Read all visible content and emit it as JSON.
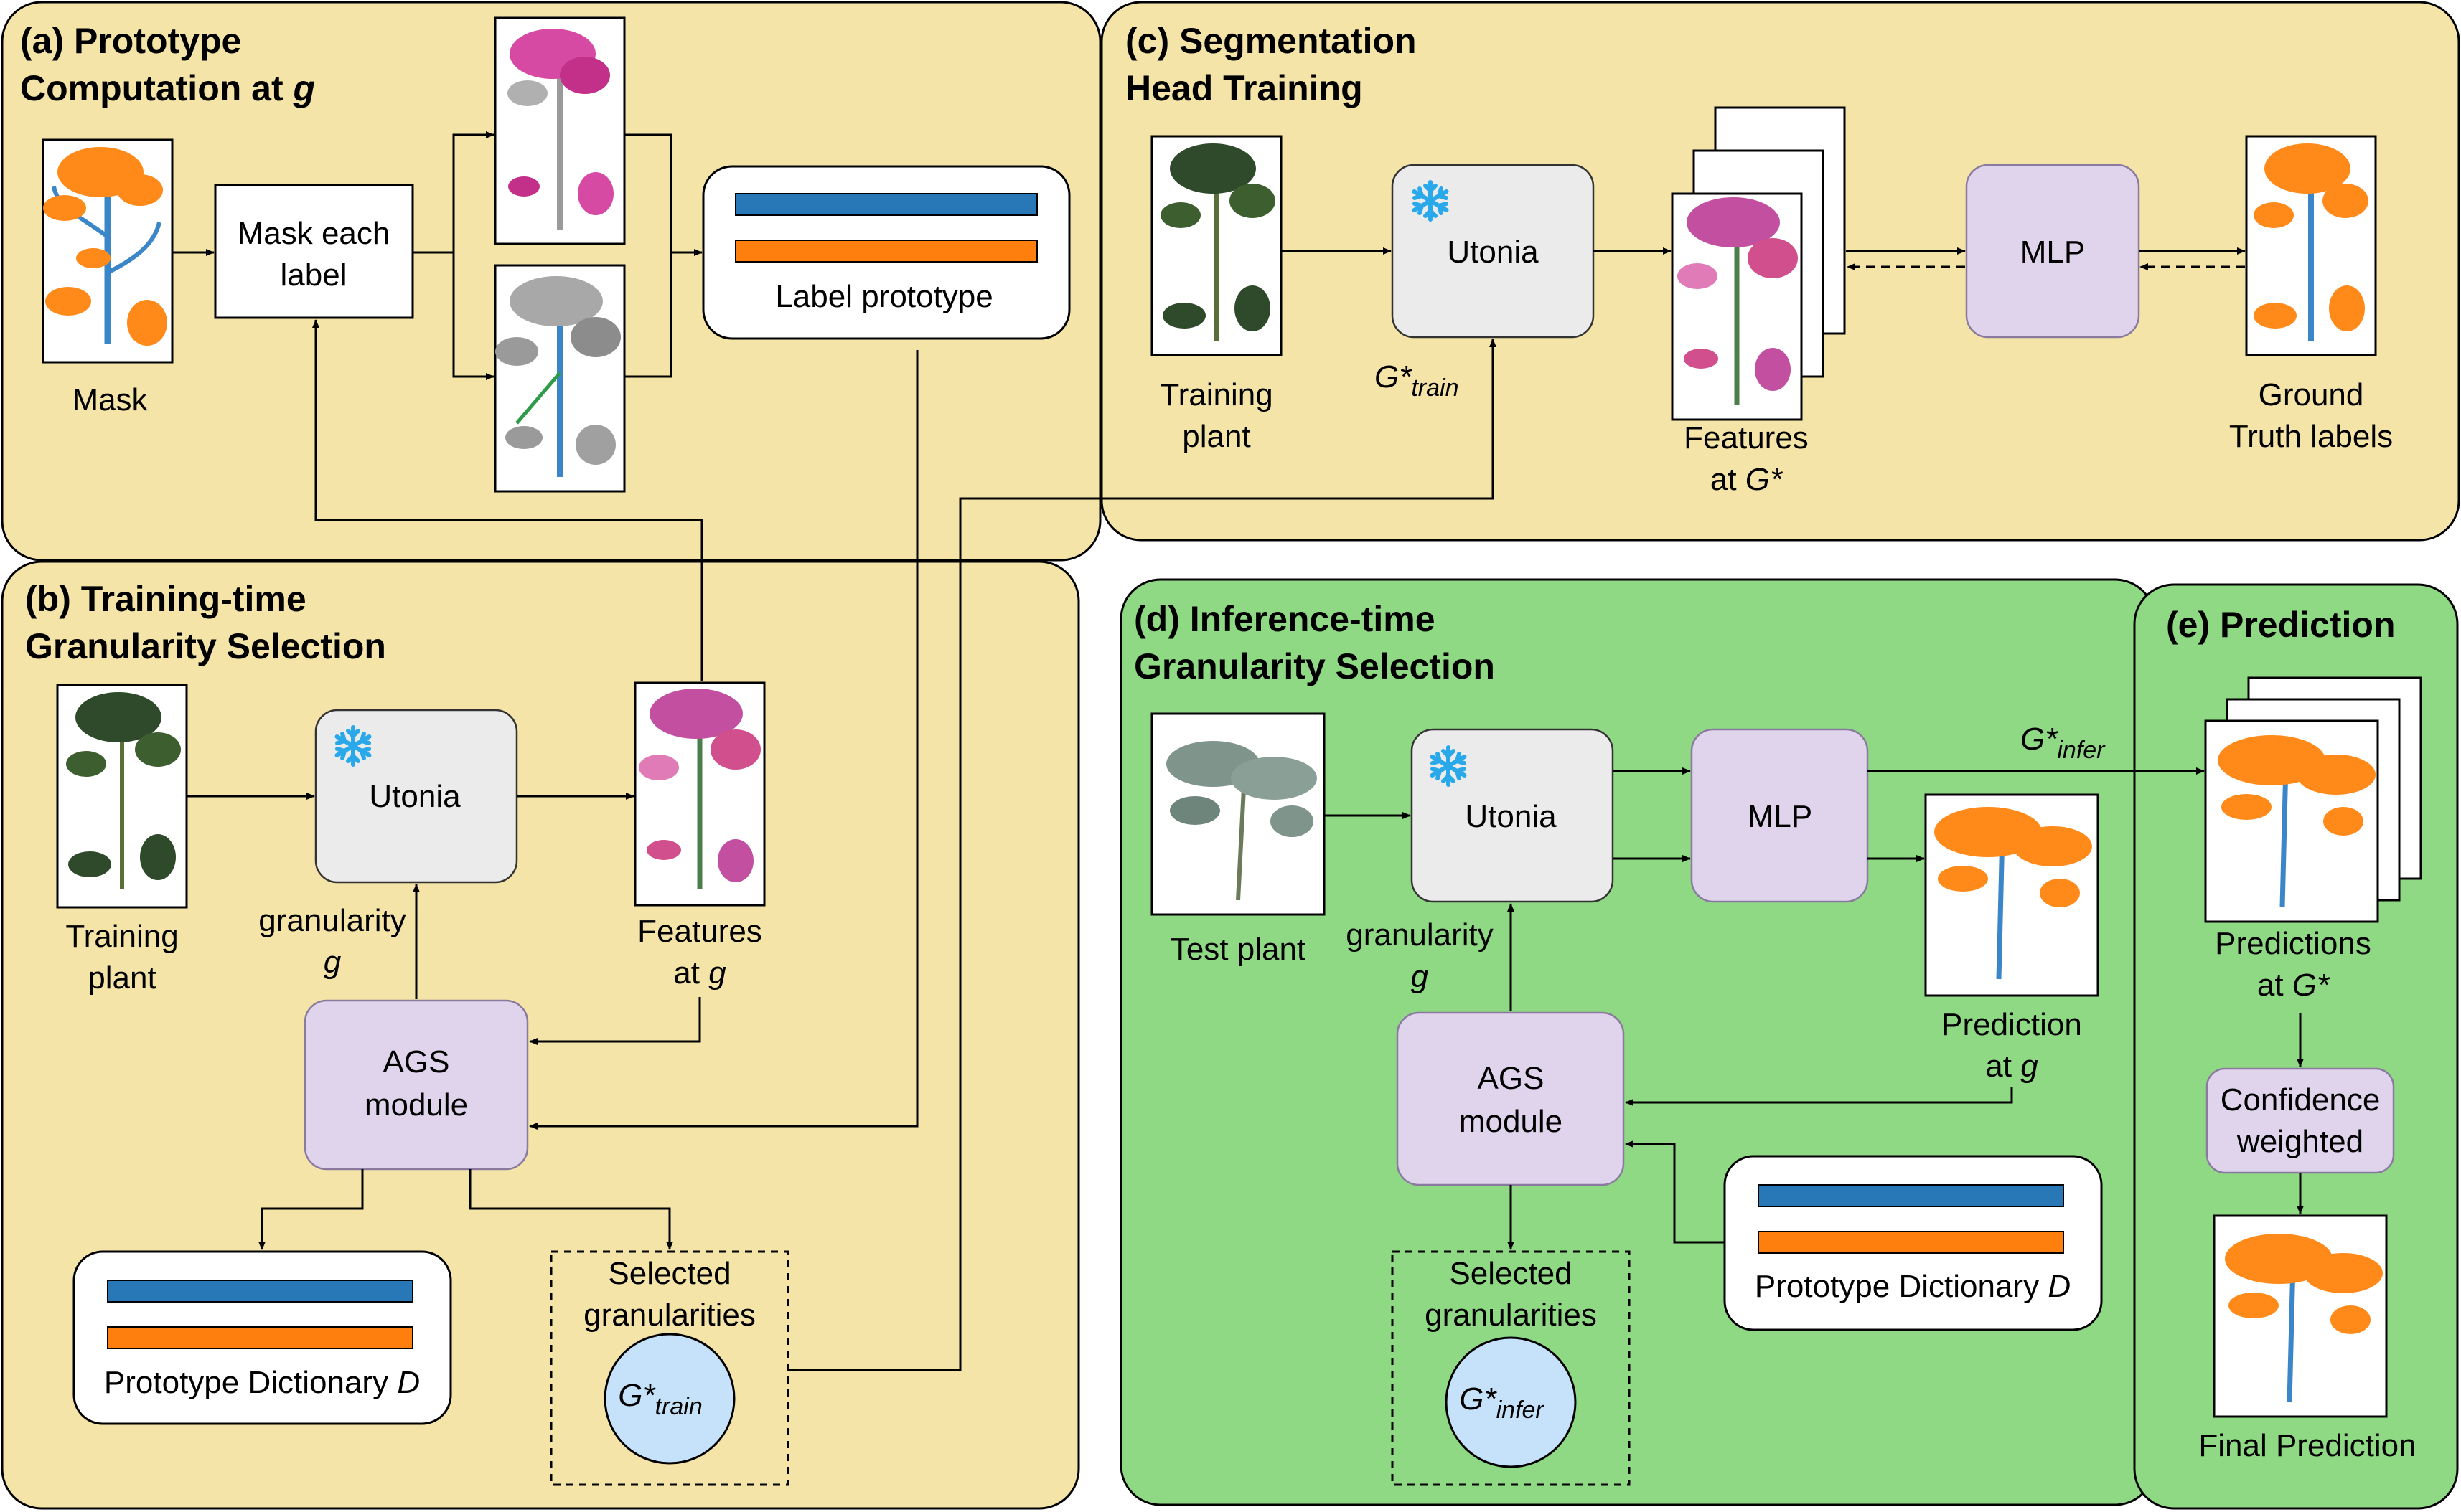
{
  "panels": {
    "a": {
      "title_line1": "(a) Prototype",
      "title_line2": "Computation at",
      "title_var": "g"
    },
    "b": {
      "title_line1": "(b) Training-time",
      "title_line2": "Granularity Selection"
    },
    "c": {
      "title_line1": "(c) Segmentation",
      "title_line2": "Head Training"
    },
    "d": {
      "title_line1": "(d) Inference-time",
      "title_line2": "Granularity Selection"
    },
    "e": {
      "title": "(e) Prediction"
    }
  },
  "a": {
    "mask": "Mask",
    "mask_each_1": "Mask each",
    "mask_each_2": "label",
    "label_prototype": "Label prototype"
  },
  "b": {
    "training_1": "Training",
    "training_2": "plant",
    "utonia": "Utonia",
    "granularity": "granularity",
    "g": "g",
    "features": "Features",
    "at": "at",
    "ags_1": "AGS",
    "ags_2": "module",
    "proto_dict": "Prototype Dictionary",
    "D": "D",
    "selected_1": "Selected",
    "selected_2": "granularities",
    "gstar": "G*",
    "train": "train"
  },
  "c": {
    "training_1": "Training",
    "training_2": "plant",
    "utonia": "Utonia",
    "gstar": "G*",
    "train": "train",
    "features": "Features",
    "at": "at",
    "Gstar": "G*",
    "mlp": "MLP",
    "gt_1": "Ground",
    "gt_2": "Truth labels"
  },
  "d": {
    "test_plant": "Test plant",
    "utonia": "Utonia",
    "granularity": "granularity",
    "g": "g",
    "mlp": "MLP",
    "gstar": "G*",
    "infer": "infer",
    "prediction": "Prediction",
    "at": "at",
    "ags_1": "AGS",
    "ags_2": "module",
    "proto_dict": "Prototype Dictionary",
    "D": "D",
    "selected_1": "Selected",
    "selected_2": "granularities"
  },
  "e": {
    "predictions": "Predictions",
    "at": "at",
    "Gstar": "G*",
    "conf_1": "Confidence",
    "conf_2": "weighted",
    "final": "Final Prediction"
  },
  "colors": {
    "panel_yellow": "#f5e4a8",
    "panel_green": "#8fd884",
    "module_gray": "#ebebeb",
    "module_purple": "#e0d4ec",
    "prototype_blue": "#2878b8",
    "prototype_orange": "#ff7f0e",
    "circle_blue": "#c6e2fa",
    "snowflake": "#29a8ea"
  },
  "icons": [
    "snowflake-icon",
    "plant-thumbnail"
  ]
}
